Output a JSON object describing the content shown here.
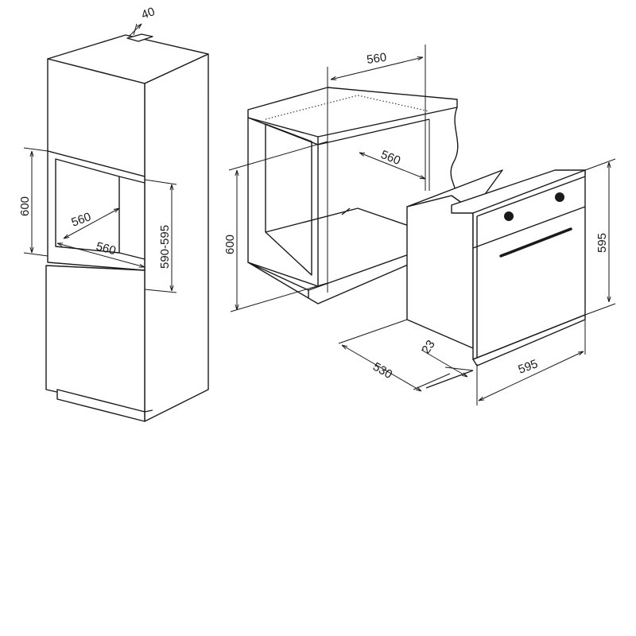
{
  "tall_cabinet": {
    "labels": {
      "top_gap": "40",
      "niche_height": "600",
      "niche_depth": "560",
      "niche_width": "560",
      "niche_height_range": "590-595"
    }
  },
  "base_cabinet": {
    "labels": {
      "width": "560",
      "depth": "560",
      "height": "600"
    }
  },
  "oven": {
    "labels": {
      "height": "595",
      "width": "595",
      "depth": "530",
      "front_thickness": "23"
    }
  }
}
